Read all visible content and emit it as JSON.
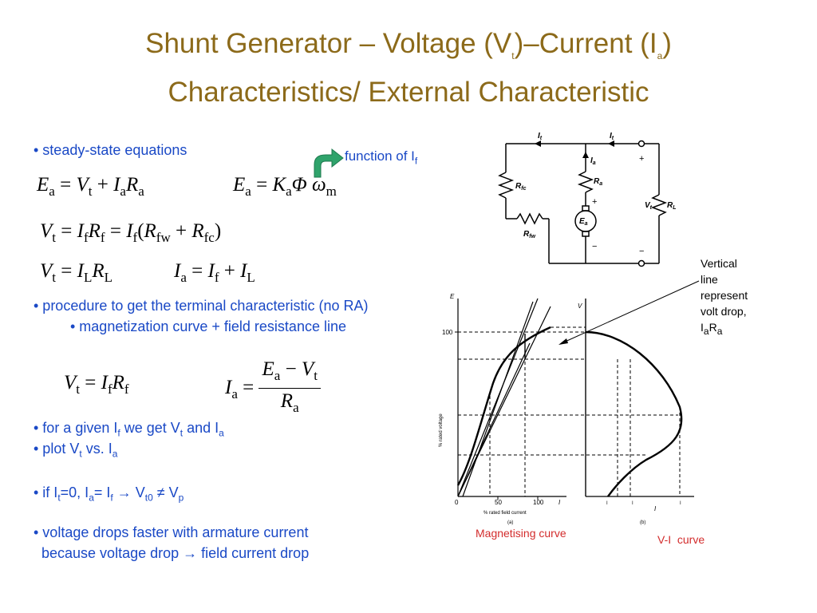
{
  "title": {
    "line1_a": "Shunt Generator – Voltage (V",
    "line1_sub1": "t",
    "line1_b": ")–Current (I",
    "line1_sub2": "a",
    "line1_c": ")",
    "line2": "Characteristics/ External Characteristic"
  },
  "left": {
    "b1": "• steady-state equations",
    "function_of": "function of I",
    "function_sub": "f",
    "b2": "• procedure to get the terminal characteristic (no RA)",
    "b3": "• magnetization curve + field resistance line",
    "b4a": "• for a given I",
    "b4s1": "f",
    "b4b": " we get V",
    "b4s2": "t",
    "b4c": " and I",
    "b4s3": "a",
    "b5a": "• plot V",
    "b5s1": "t",
    "b5b": " vs. I",
    "b5s2": "a",
    "b6a": "• if I",
    "b6s1": "t",
    "b6b": "=0, I",
    "b6s2": "a",
    "b6c": "= I",
    "b6s3": "f",
    "b6d": " → V",
    "b6s4": "t0",
    "b6e": " ≠ V",
    "b6s5": "p",
    "b7": "• voltage drops faster with armature current",
    "b8": "  because voltage drop → field current drop"
  },
  "right": {
    "note_l1": "Vertical",
    "note_l2": "line",
    "note_l3": "represent",
    "note_l4": "volt drop,",
    "note_l5a": "I",
    "note_l5s1": "a",
    "note_l5b": "R",
    "note_l5s2": "a",
    "cap_mag": "Magnetising curve",
    "cap_vi": "V-I  curve"
  },
  "circuit": {
    "It1": "I",
    "It1s": "t",
    "It2": "I",
    "It2s": "t",
    "Ia": "I",
    "Ias": "a",
    "Ra": "R",
    "Ras": "a",
    "Rfc": "R",
    "Rfcs": "fc",
    "Rfw": "R",
    "Rfws": "fw",
    "Ea": "E",
    "Eas": "a",
    "Vt": "V",
    "Vts": "t",
    "RL": "R",
    "RLs": "L",
    "plus": "+",
    "minus": "−"
  },
  "graph": {
    "y100": "100",
    "x0": "0",
    "x50": "50",
    "x100": "100",
    "ylabel": "% rated voltage",
    "xlabel": "% rated field current",
    "Ea_lbl": "E",
    "If_lbl": "I",
    "Vt_lbl": "V",
    "Ia_lbl": "I",
    "a": "(a)",
    "b": "(b)",
    "Isc": "I",
    "Ia1": "I",
    "Iamax": "I"
  }
}
